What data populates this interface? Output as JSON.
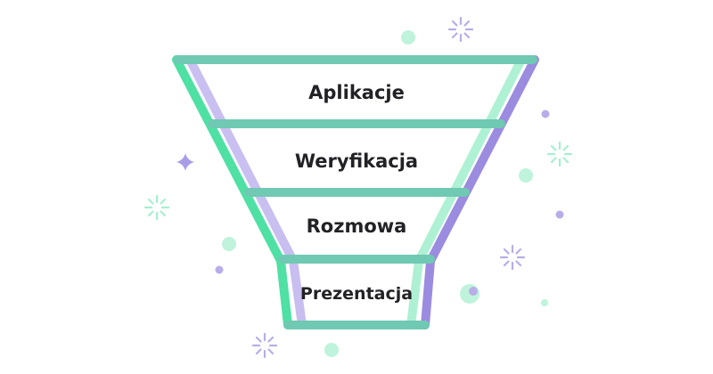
{
  "funnel": {
    "stages": [
      {
        "label": "Aplikacje"
      },
      {
        "label": "Weryfikacja"
      },
      {
        "label": "Rozmowa"
      },
      {
        "label": "Prezentacja"
      }
    ]
  },
  "colors": {
    "green": "#4fe0a4",
    "green_light": "#a6efcf",
    "purple": "#9b8ce0",
    "purple_light": "#c3b8ef",
    "teal": "#6fc9b3",
    "text": "#222226",
    "background": "#ffffff"
  },
  "decorations": {
    "icons": [
      "sparkle-icon",
      "starburst-icon",
      "dot-icon"
    ]
  }
}
